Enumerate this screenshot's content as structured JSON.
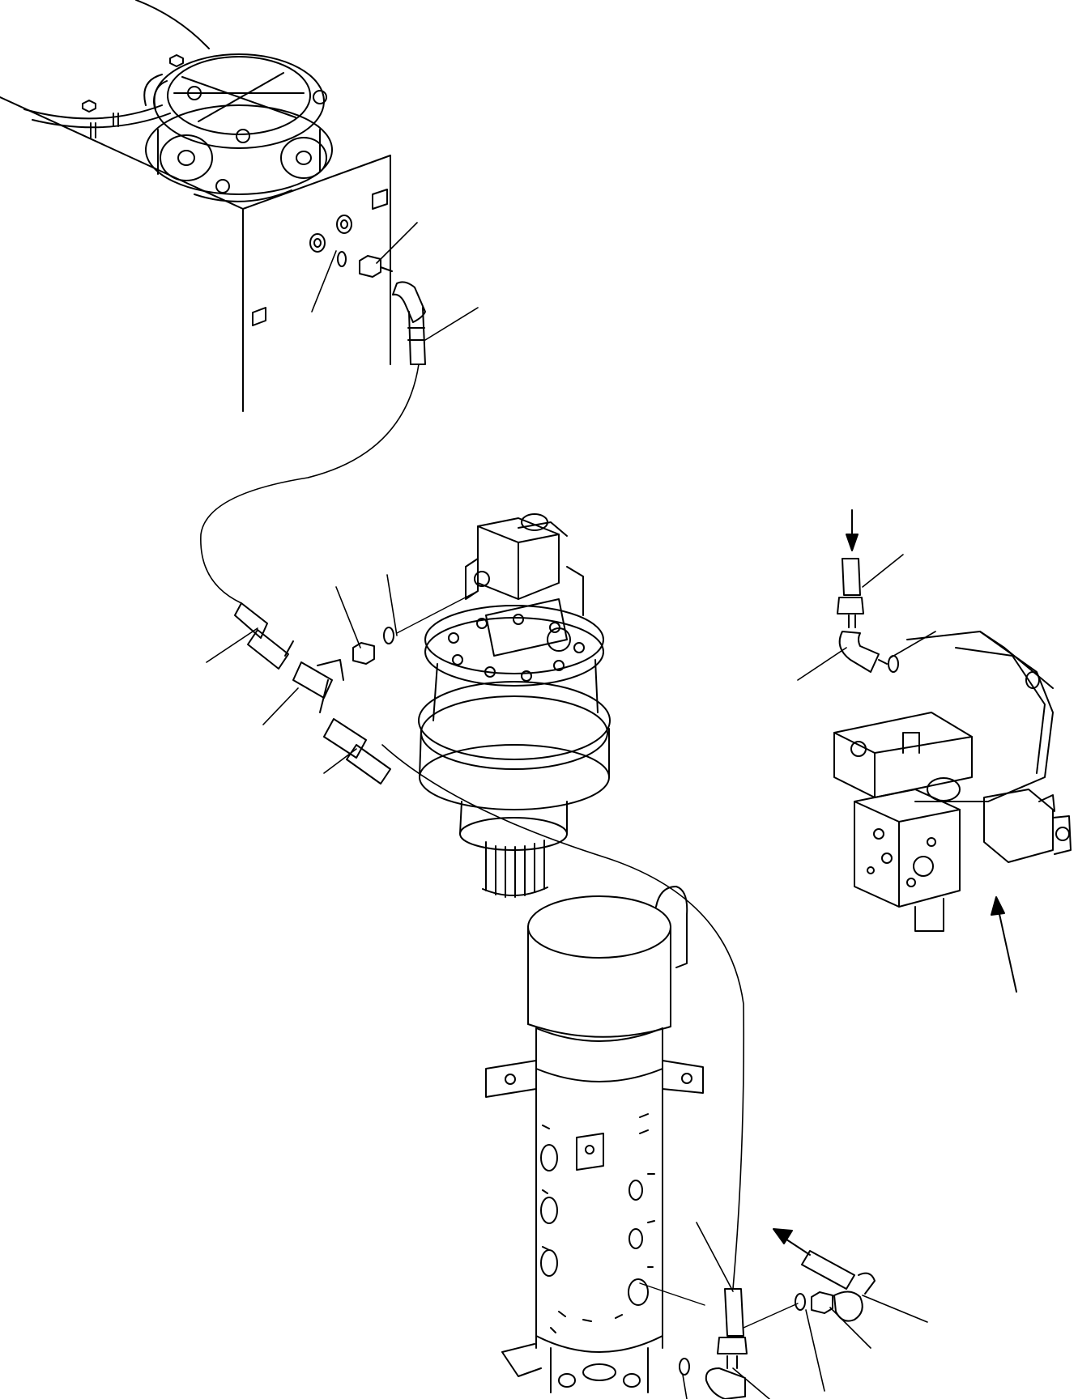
{
  "diagram": {
    "type": "hydraulic-parts-exploded-view",
    "line_color": "#000000",
    "background": "#ffffff",
    "components": [
      {
        "id": "hydraulic-tank",
        "icon": "tank"
      },
      {
        "id": "swing-motor",
        "icon": "gear-motor"
      },
      {
        "id": "travel-pump",
        "icon": "pump"
      },
      {
        "id": "swivel-joint",
        "icon": "swivel"
      }
    ],
    "callout_numbers": []
  }
}
